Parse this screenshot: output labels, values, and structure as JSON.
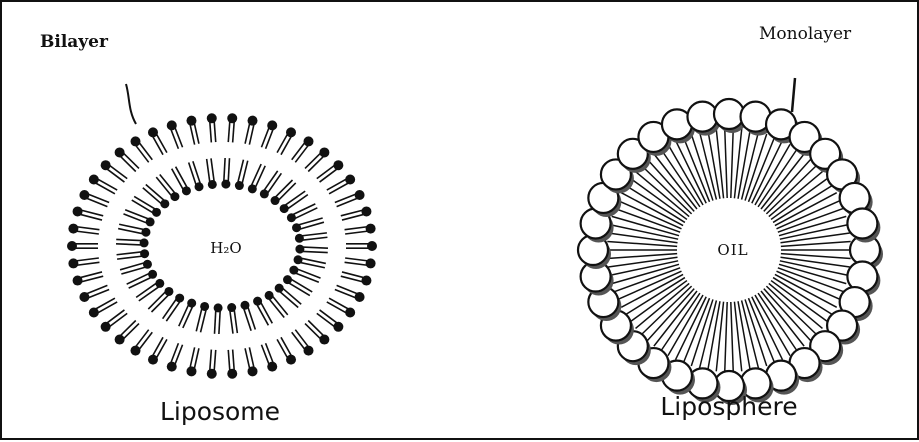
{
  "liposome": {
    "pointer_label": "Bilayer",
    "core_label": "H₂O",
    "caption": "Liposome"
  },
  "liposphere": {
    "pointer_label": "Monolayer",
    "core_label": "OIL",
    "caption": "Liposphere"
  },
  "colors": {
    "ink": "#111111",
    "paper": "#ffffff",
    "shadow": "#555555"
  }
}
